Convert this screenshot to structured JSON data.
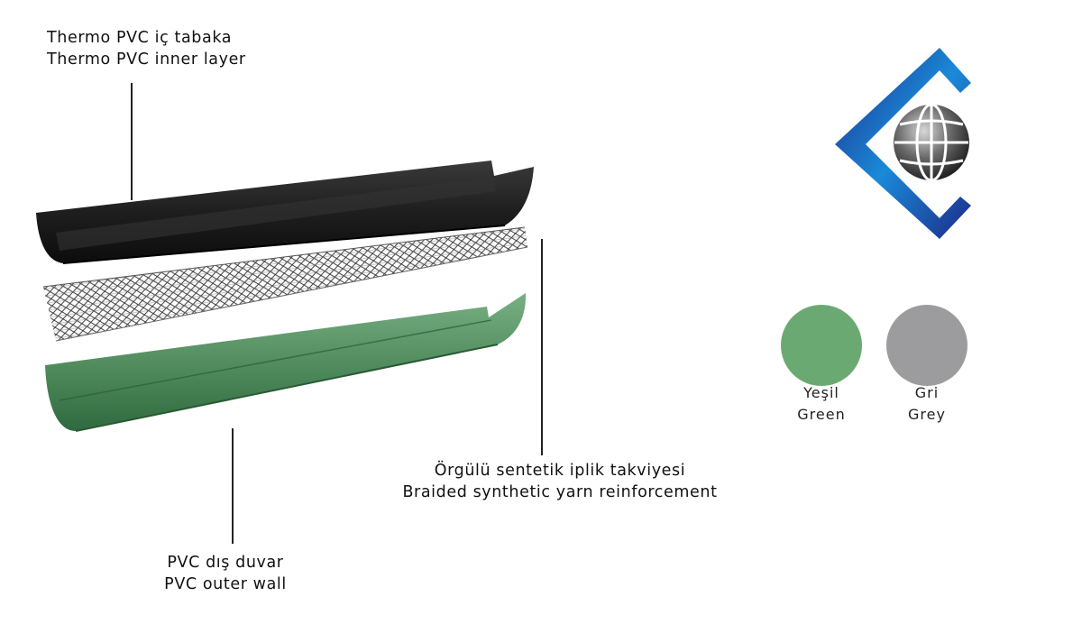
{
  "labels": {
    "inner_layer": {
      "tr": "Thermo PVC iç tabaka",
      "en": "Thermo PVC inner layer"
    },
    "braid": {
      "tr": "Örgülü sentetik iplik takviyesi",
      "en": "Braided synthetic yarn reinforcement"
    },
    "outer_wall": {
      "tr": "PVC dış duvar",
      "en": "PVC outer wall"
    }
  },
  "colors": {
    "inner_layer": "#1e1e1e",
    "outer_wall": "#4f8a5c",
    "logo_blue_dark": "#1d2a8a",
    "logo_blue_light": "#1a8ad8",
    "options": [
      {
        "name_tr": "Yeşil",
        "name_en": "Green",
        "hex": "#6aaa72"
      },
      {
        "name_tr": "Gri",
        "name_en": "Grey",
        "hex": "#9c9c9e"
      }
    ]
  },
  "logo": {
    "icon": "globe-diamond-logo-icon"
  }
}
